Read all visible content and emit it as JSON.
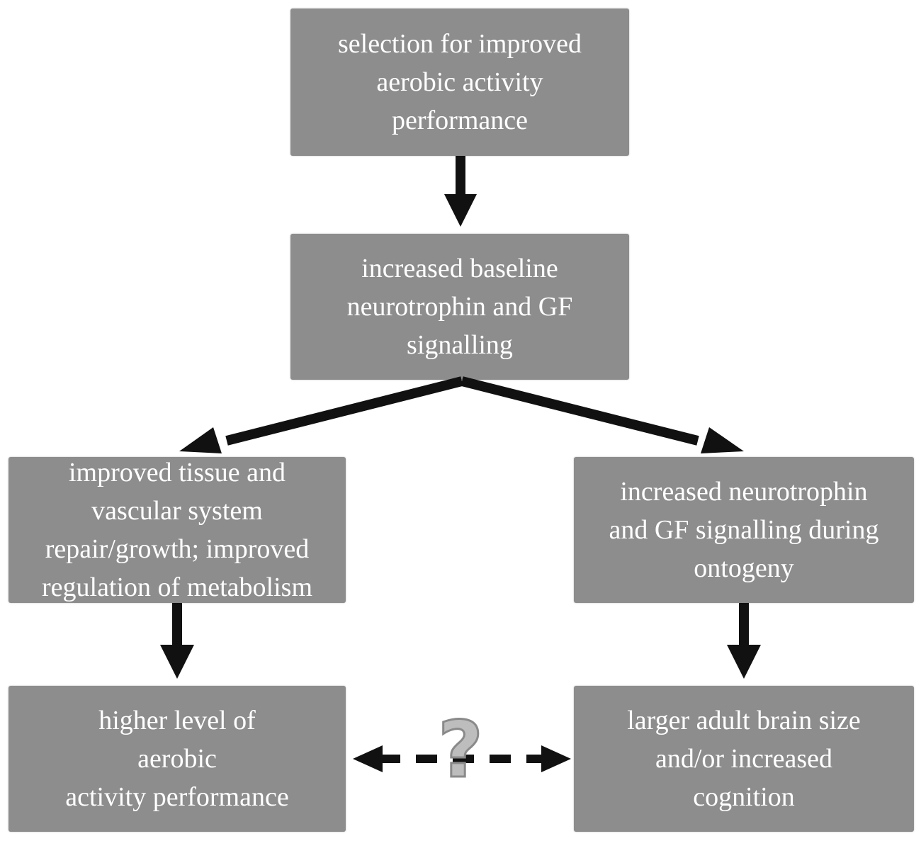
{
  "diagram": {
    "boxes": [
      {
        "id": "selection",
        "text": "selection for improved\naerobic activity\nperformance"
      },
      {
        "id": "baseline",
        "text": "increased baseline\nneurotrophin and GF\nsignalling"
      },
      {
        "id": "tissue",
        "text": "improved tissue and\nvascular system\nrepair/growth; improved\nregulation of metabolism"
      },
      {
        "id": "ontogeny",
        "text": "increased neurotrophin\nand GF signalling during\nontogeny"
      },
      {
        "id": "aerobic-performance",
        "text": "higher level of\naerobic\nactivity performance"
      },
      {
        "id": "brain-size",
        "text": "larger adult brain size\nand/or increased\ncognition"
      }
    ],
    "uncertain_link_label": "?",
    "colors": {
      "box_fill": "#8d8d8d",
      "box_text": "#ffffff",
      "arrow": "#111111",
      "question_mark": "#bdbdbd"
    }
  }
}
